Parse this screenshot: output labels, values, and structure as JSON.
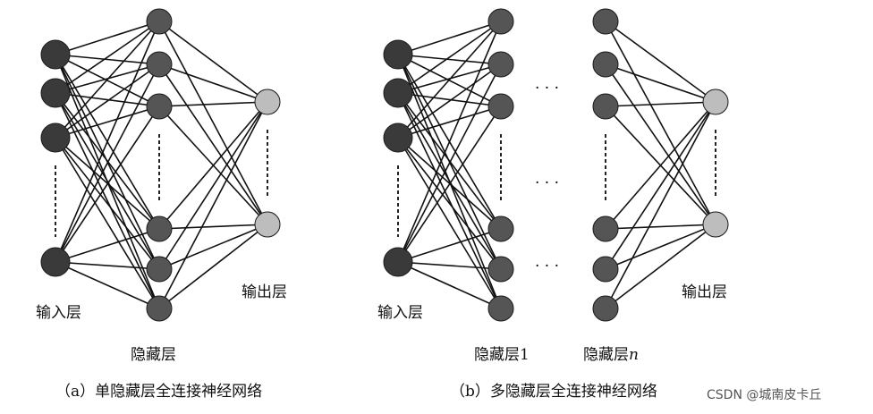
{
  "diagram_a": {
    "input_label": "输入层",
    "hidden_label": "隐藏层",
    "output_label": "输出层",
    "caption": "（a）单隐藏层全连接神经网络"
  },
  "diagram_b": {
    "input_label": "输入层",
    "hidden1_label": "隐藏层1",
    "hiddenn_label_prefix": "隐藏层",
    "hiddenn_label_var": "n",
    "output_label": "输出层",
    "caption": "（b）多隐藏层全连接神经网络",
    "ellipsis": "· · ·"
  },
  "watermark": "CSDN @城南皮卡丘",
  "colors": {
    "input_node": "#3a3a3a",
    "hidden_node": "#555555",
    "output_node": "#bdbdbd",
    "edge": "#111111"
  }
}
